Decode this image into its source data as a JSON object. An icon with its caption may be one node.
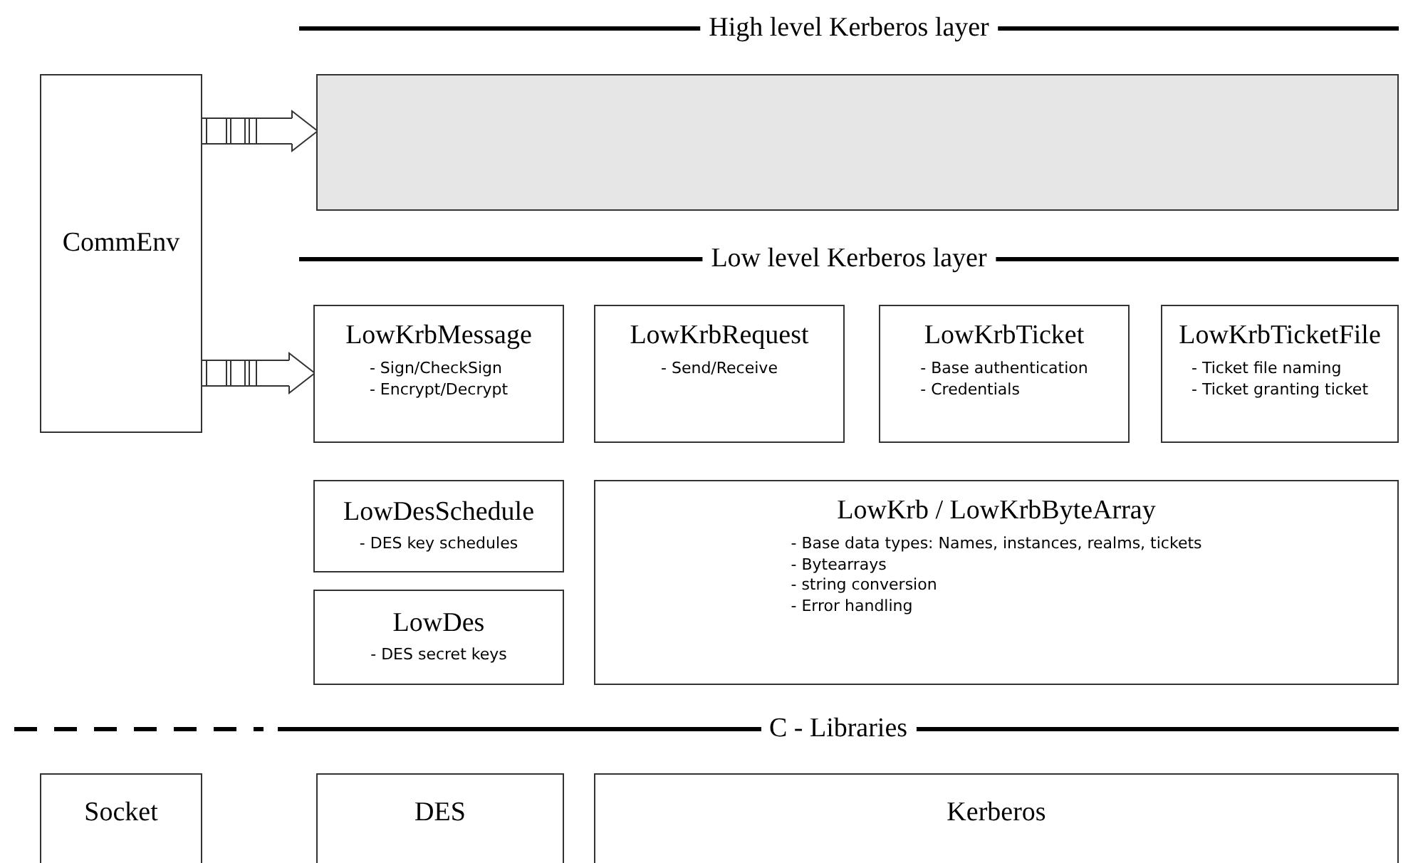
{
  "diagram": {
    "nodes": [
      {
        "text": [
          "CommEnv"
        ]
      },
      {
        "text": [],
        "shape": "box"
      },
      {
        "text": [
          "LowKrbMessage",
          "- Sign/CheckSign",
          "- Encrypt/Decrypt"
        ]
      },
      {
        "text": [
          "LowKrbRequest",
          "- Send/Receive"
        ]
      },
      {
        "text": [
          "LowKrbTicket",
          "- Base authentication",
          "- Credentials"
        ]
      },
      {
        "text": [
          "LowKrbTicketFile",
          "- Ticket file naming",
          "- Ticket granting ticket"
        ]
      },
      {
        "text": [
          "LowDesSchedule",
          "- DES key schedules"
        ]
      },
      {
        "text": [
          "LowKrb / LowKrbByteArray",
          "- Base data types: Names, instances, realms, tickets",
          "- Bytearrays",
          "- string conversion",
          "- Error handling"
        ]
      },
      {
        "text": [
          "LowDes",
          "- DES secret keys"
        ]
      },
      {
        "text": [
          "Socket"
        ]
      },
      {
        "text": [
          "DES"
        ]
      },
      {
        "text": [
          "Kerberos"
        ]
      }
    ],
    "edges": [
      {
        "from": 0,
        "to": 1,
        "arrow": "to"
      },
      {
        "from": 0,
        "to": 2,
        "arrow": "to"
      }
    ],
    "labels": [
      "High level Kerberos layer",
      "Low level Kerberos layer",
      "C - Libraries"
    ]
  }
}
